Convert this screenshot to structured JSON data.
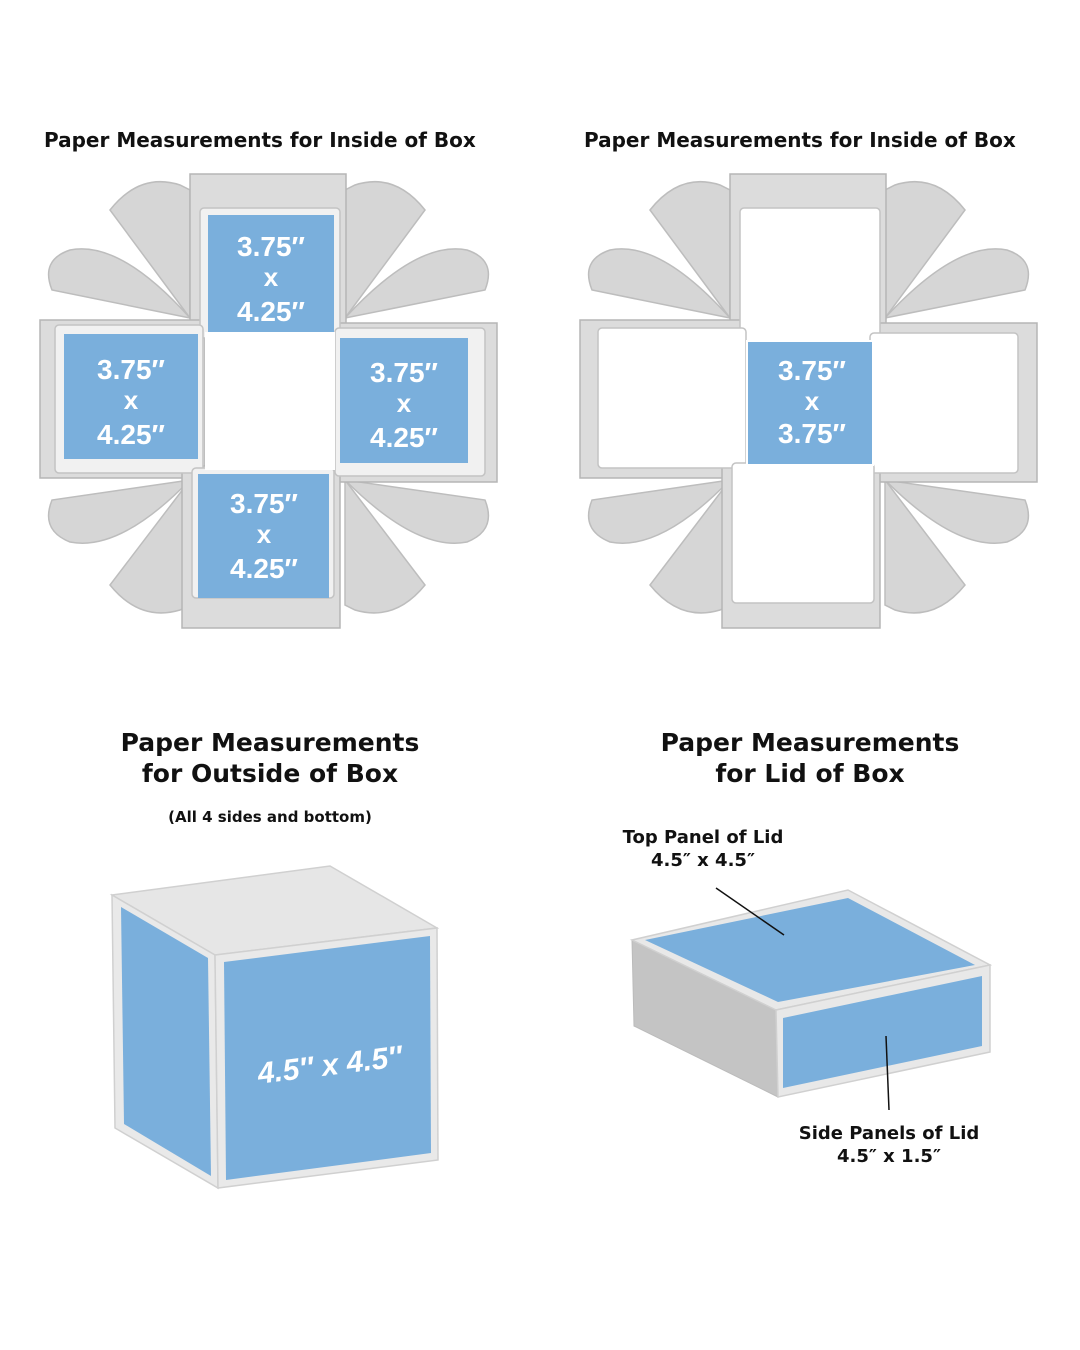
{
  "panels": {
    "inside_a": {
      "title": "Paper Measurements for Inside of Box",
      "labels": {
        "top": [
          "3.75″",
          "x",
          "4.25″"
        ],
        "left": [
          "3.75″",
          "x",
          "4.25″"
        ],
        "right": [
          "3.75″",
          "x",
          "4.25″"
        ],
        "bottom": [
          "3.75″",
          "x",
          "4.25″"
        ]
      }
    },
    "inside_b": {
      "title": "Paper Measurements for Inside of Box",
      "labels": {
        "center": [
          "3.75″",
          "x",
          "3.75″"
        ]
      }
    },
    "outside": {
      "title_lines": [
        "Paper Measurements",
        "for Outside of Box"
      ],
      "note": "(All 4 sides and bottom)",
      "face_label": "4.5″ x 4.5″"
    },
    "lid": {
      "title_lines": [
        "Paper Measurements",
        "for Lid of Box"
      ],
      "top_label": [
        "Top Panel of Lid",
        "4.5″ x 4.5″"
      ],
      "side_label": [
        "Side Panels of Lid",
        "4.5″ x 1.5″"
      ]
    }
  },
  "colors": {
    "paper_blue": "#7aafdc",
    "card_gray": "#d6d6d6",
    "outline_gray": "#b9b9b9",
    "box_gray": "#c4c4c4",
    "box_top": "#e6e6e6",
    "text": "#111111"
  }
}
